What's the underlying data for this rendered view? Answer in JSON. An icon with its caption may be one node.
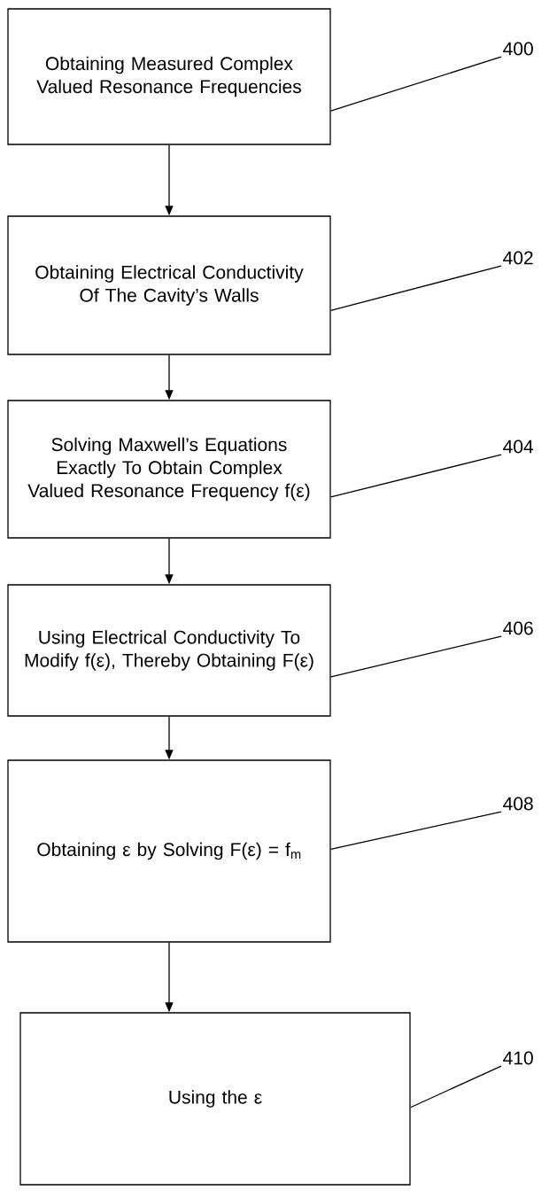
{
  "diagram": {
    "nodes": [
      {
        "text": [
          "Obtaining Measured Complex Valued Resonance Frequencies"
        ]
      },
      {
        "text": [
          "Obtaining Electrical Conductivity Of The Cavity’s Walls"
        ]
      },
      {
        "text": [
          "Solving Maxwell’s Equations Exactly To Obtain Complex Valued Resonance Frequency f(ε)"
        ]
      },
      {
        "text": [
          "Using Electrical Conductivity To Modify f(ε), Thereby Obtaining F(ε)"
        ]
      },
      {
        "text": [
          "Obtaining ε by Solving F(ε) = f$_{m}$"
        ]
      },
      {
        "text": [
          "Using the ε"
        ]
      },
      {
        "text": [
          "400"
        ]
      },
      {
        "text": [
          "402"
        ]
      },
      {
        "text": [
          "404"
        ]
      },
      {
        "text": [
          "406"
        ]
      },
      {
        "text": [
          "408"
        ]
      },
      {
        "text": [
          "410"
        ]
      }
    ],
    "edges": [
      {
        "from": 0,
        "to": 1,
        "arrow": "to"
      },
      {
        "from": 1,
        "to": 2,
        "arrow": "to"
      },
      {
        "from": 2,
        "to": 3,
        "arrow": "to"
      },
      {
        "from": 3,
        "to": 4,
        "arrow": "to"
      },
      {
        "from": 4,
        "to": 5,
        "arrow": "to"
      },
      {
        "from": 6,
        "to": 0,
        "arrow": "none"
      },
      {
        "from": 7,
        "to": 1,
        "arrow": "none"
      },
      {
        "from": 8,
        "to": 2,
        "arrow": "none"
      },
      {
        "from": 9,
        "to": 3,
        "arrow": "none"
      },
      {
        "from": 10,
        "to": 4,
        "arrow": "none"
      },
      {
        "from": 11,
        "to": 5,
        "arrow": "none"
      }
    ]
  }
}
